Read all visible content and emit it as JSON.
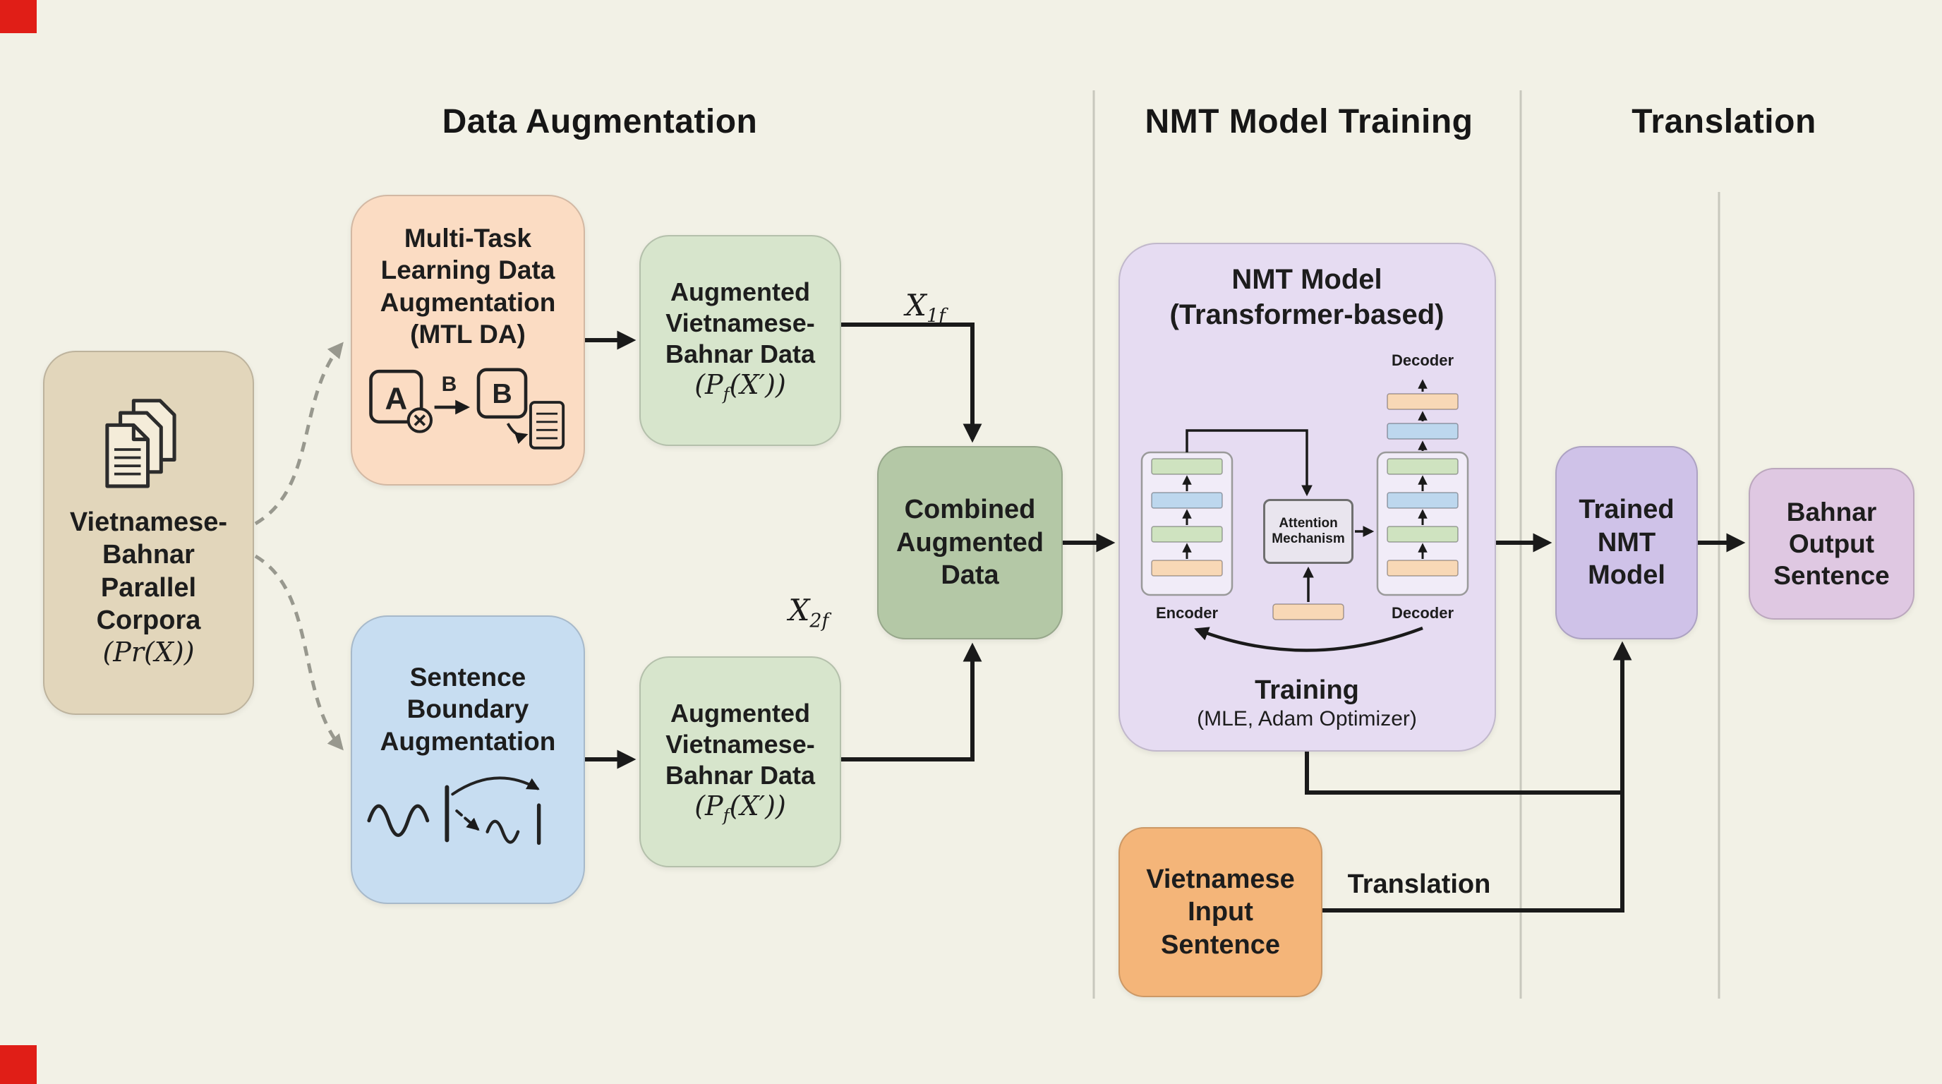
{
  "colors": {
    "background": "#f2f1e6",
    "red_mark": "#e01e17",
    "corpora_box": "#e2d6bb",
    "mtl_box": "#fbdcc3",
    "sba_box": "#c7ddf1",
    "augmented_box": "#d7e5cc",
    "combined_box": "#b4c8a6",
    "nmt_panel": "#e6dcf2",
    "trained_box": "#cfc2e8",
    "output_box": "#dfc8e2",
    "input_box": "#f4b579",
    "bar_green": "#cfe3c0",
    "bar_blue": "#bdd7ee",
    "bar_peach": "#f8d8b6",
    "arrow": "#1a1a1a",
    "dashed_arrow": "#98988e"
  },
  "headers": {
    "data_augmentation": "Data Augmentation",
    "nmt_training": "NMT Model Training",
    "translation": "Translation"
  },
  "corpora": {
    "title": "Vietnamese-Bahnar Parallel Corpora",
    "math": "(Pr(X))"
  },
  "mtl": {
    "title": "Multi-Task Learning Data Augmentation (MTL DA)",
    "icon_a": "A",
    "icon_b_small": "B",
    "icon_b_box": "B"
  },
  "sba": {
    "title": "Sentence Boundary Augmentation"
  },
  "aug": {
    "title": "Augmented Vietnamese-Bahnar Data",
    "math_open": "(P",
    "math_sub": "f",
    "math_close": "(X′))"
  },
  "labels": {
    "x1_base": "X",
    "x1_sub": "1f",
    "x2_base": "X",
    "x2_sub": "2f",
    "translation_arrow": "Translation"
  },
  "combined": {
    "title": "Combined Augmented Data"
  },
  "nmt": {
    "title_line1": "NMT Model",
    "title_line2": "(Transformer-based)",
    "decoder_top_label": "Decoder",
    "encoder_label": "Encoder",
    "decoder_label": "Decoder",
    "attention_label": "Attention Mechanism",
    "training_title": "Training",
    "training_detail": "(MLE, Adam Optimizer)"
  },
  "trained": {
    "title": "Trained NMT Model"
  },
  "output": {
    "title": "Bahnar Output Sentence"
  },
  "input": {
    "title": "Vietnamese Input Sentence"
  }
}
